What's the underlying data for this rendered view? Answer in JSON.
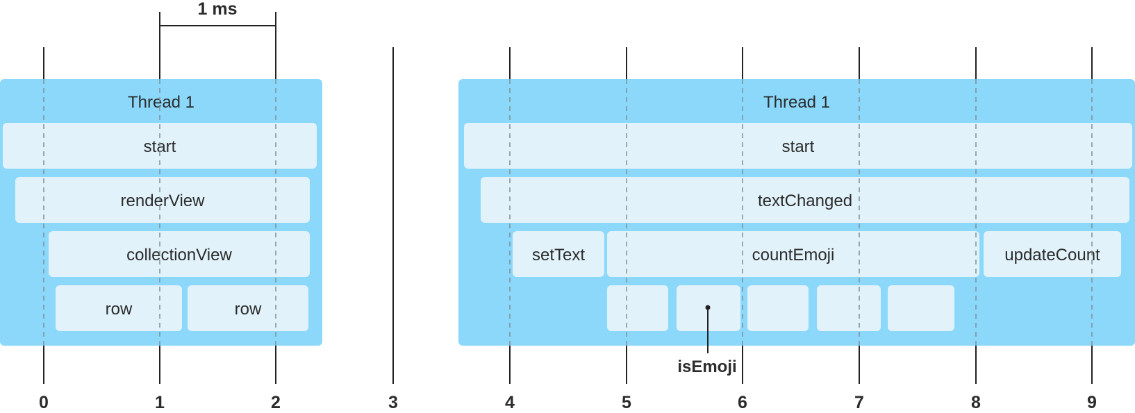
{
  "scale": {
    "label": "1 ms",
    "from": 1,
    "to": 2
  },
  "ticks": [
    "0",
    "1",
    "2",
    "3",
    "4",
    "5",
    "6",
    "7",
    "8",
    "9"
  ],
  "panels": [
    {
      "id": "left",
      "thread_label": "Thread 1",
      "frames": [
        {
          "key": "start",
          "label": "start",
          "row": 0,
          "start": 0,
          "end": 1
        },
        {
          "key": "renderView",
          "label": "renderView",
          "row": 1,
          "start": 0,
          "end": 1
        },
        {
          "key": "collectionView",
          "label": "collectionView",
          "row": 2,
          "start": 0,
          "end": 1
        },
        {
          "key": "row-a",
          "label": "row",
          "row": 3,
          "start": 0,
          "end": 0.5
        },
        {
          "key": "row-b",
          "label": "row",
          "row": 3,
          "start": 0.5,
          "end": 1
        }
      ]
    },
    {
      "id": "right",
      "thread_label": "Thread 1",
      "frames": [
        {
          "key": "start",
          "label": "start",
          "row": 0,
          "start": 0,
          "end": 1
        },
        {
          "key": "textChanged",
          "label": "textChanged",
          "row": 1,
          "start": 0,
          "end": 1
        },
        {
          "key": "setText",
          "label": "setText",
          "row": 2,
          "start": 0,
          "end": 0.2
        },
        {
          "key": "countEmoji",
          "label": "countEmoji",
          "row": 2,
          "start": 0.2,
          "end": 0.8
        },
        {
          "key": "updateCount",
          "label": "updateCount",
          "row": 2,
          "start": 0.8,
          "end": 1
        },
        {
          "key": "isEmoji-1",
          "label": "",
          "row": 3,
          "start": 0.2,
          "end": 0.3
        },
        {
          "key": "isEmoji-2",
          "label": "",
          "row": 3,
          "start": 0.3,
          "end": 0.4
        },
        {
          "key": "isEmoji-3",
          "label": "",
          "row": 3,
          "start": 0.4,
          "end": 0.5
        },
        {
          "key": "isEmoji-4",
          "label": "",
          "row": 3,
          "start": 0.5,
          "end": 0.6
        },
        {
          "key": "isEmoji-5",
          "label": "",
          "row": 3,
          "start": 0.6,
          "end": 0.7
        }
      ]
    }
  ],
  "callout": {
    "label": "isEmoji",
    "target": "isEmoji-2"
  },
  "colors": {
    "thread_panel": "#8bd8fb",
    "frame": "#e1f2fa",
    "line": "#222222",
    "dash": "#7f8e96"
  }
}
